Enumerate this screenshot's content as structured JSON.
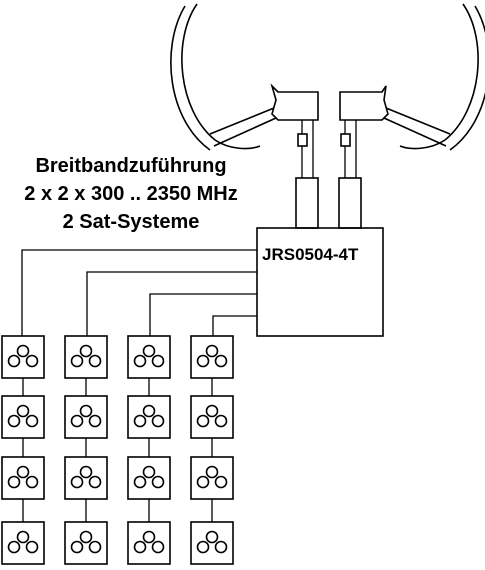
{
  "caption": {
    "line1": "Breitbandzuführung",
    "line2": "2 x 2 x 300 .. 2350 MHz",
    "line3": "2 Sat-Systeme"
  },
  "multiswitch": {
    "label": "JRS0504-4T",
    "outputs": 4
  },
  "dishes": {
    "count": 2
  },
  "wall_sockets": {
    "columns": 4,
    "rows": 4
  }
}
